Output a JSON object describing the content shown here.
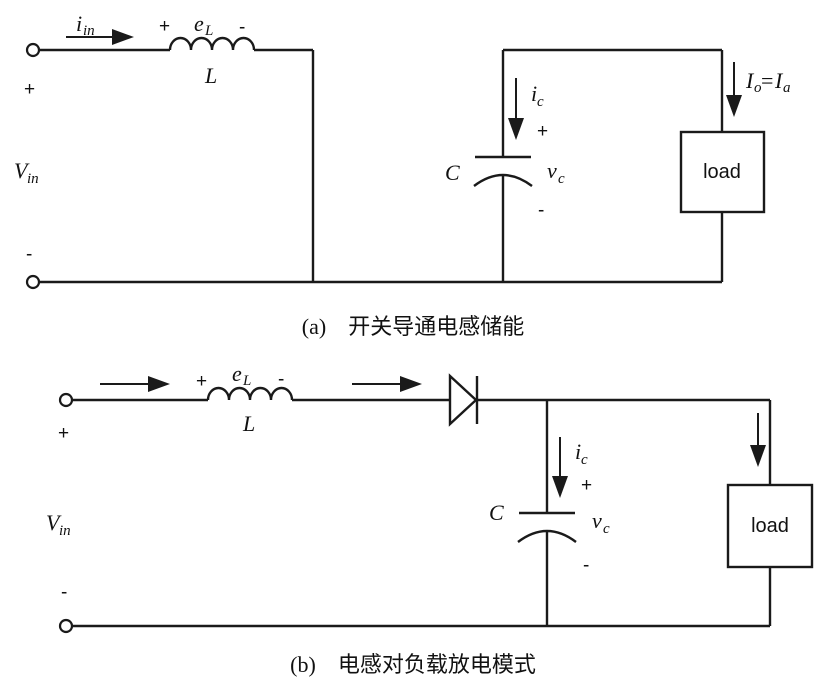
{
  "diagram_a": {
    "current_in": "i",
    "current_in_sub": "in",
    "plus": "+",
    "minus": "-",
    "emf": "e",
    "emf_sub": "L",
    "inductor": "L",
    "source": "V",
    "source_sub": "in",
    "src_plus": "+",
    "src_minus": "-",
    "cap_current": "i",
    "cap_current_sub": "c",
    "capacitor": "C",
    "cap_voltage": "v",
    "cap_voltage_sub": "c",
    "cap_plus": "+",
    "cap_minus": "-",
    "out_current_a": "I",
    "out_current_a_sub": "o",
    "equals": "=",
    "out_current_b": "I",
    "out_current_b_sub": "a",
    "load": "load",
    "caption": "(a)　开关导通电感储能"
  },
  "diagram_b": {
    "plus": "+",
    "minus": "-",
    "emf": "e",
    "emf_sub": "L",
    "inductor": "L",
    "source": "V",
    "source_sub": "in",
    "src_plus": "+",
    "src_minus": "-",
    "cap_current": "i",
    "cap_current_sub": "c",
    "capacitor": "C",
    "cap_voltage": "v",
    "cap_voltage_sub": "c",
    "cap_plus": "+",
    "cap_minus": "-",
    "load": "load",
    "caption": "(b)　电感对负载放电模式"
  }
}
